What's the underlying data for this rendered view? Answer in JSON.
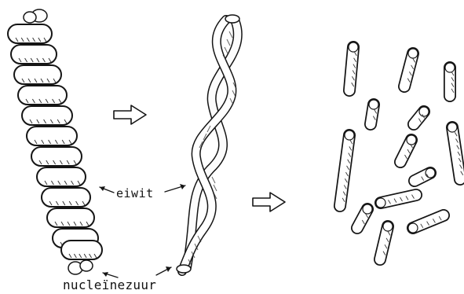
{
  "labels": {
    "protein": "eiwit",
    "nucleic_acid": "nucleïnezuur"
  },
  "colors": {
    "ink": "#151515",
    "paper": "#ffffff",
    "fill": "#fdfdfd",
    "hatch": "#333333"
  },
  "icons": {
    "step_arrow_1": "right-outline-arrow",
    "step_arrow_2": "right-outline-arrow"
  }
}
